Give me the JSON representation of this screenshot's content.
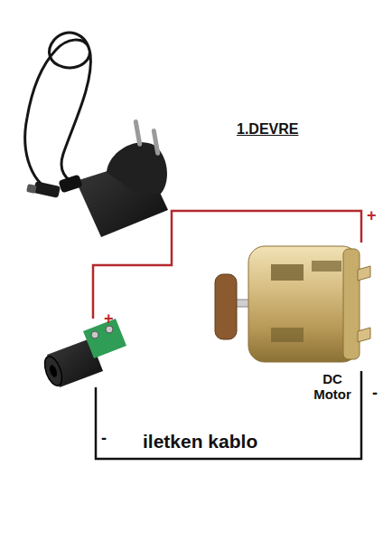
{
  "diagram": {
    "title": "1.DEVRE",
    "labels": [
      "+",
      "+",
      "DC Motor",
      "-",
      "-",
      "iletken kablo"
    ]
  }
}
